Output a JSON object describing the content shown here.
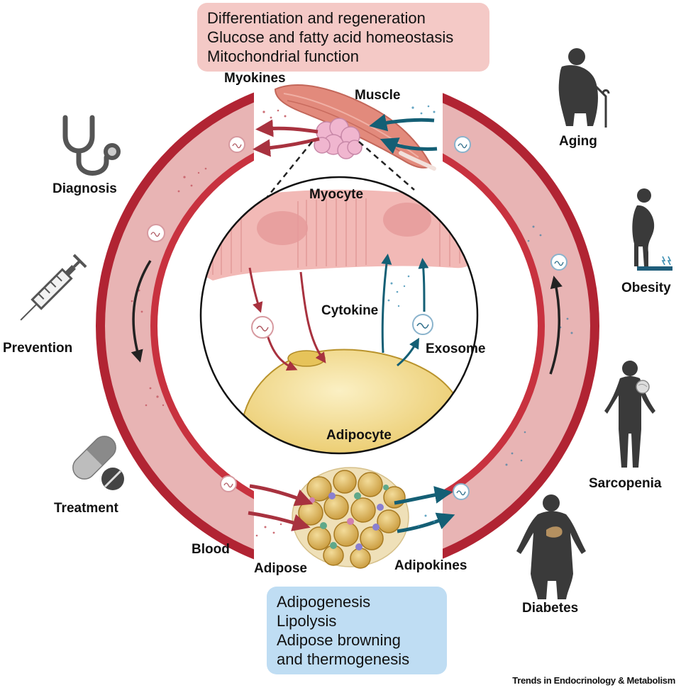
{
  "top_box": {
    "lines": [
      "Differentiation and regeneration",
      "Glucose and fatty acid homeostasis",
      "Mitochondrial function"
    ]
  },
  "bottom_box": {
    "lines": [
      "Adipogenesis",
      "Lipolysis",
      "Adipose browning",
      "and thermogenesis"
    ]
  },
  "labels": {
    "myokines": "Myokines",
    "muscle": "Muscle",
    "myocyte": "Myocyte",
    "cytokine": "Cytokine",
    "exosome": "Exosome",
    "adipocyte": "Adipocyte",
    "blood": "Blood",
    "adipose": "Adipose",
    "adipokines": "Adipokines"
  },
  "left_items": {
    "diagnosis": "Diagnosis",
    "prevention": "Prevention",
    "treatment": "Treatment"
  },
  "right_items": {
    "aging": "Aging",
    "obesity": "Obesity",
    "sarcopenia": "Sarcopenia",
    "diabetes": "Diabetes"
  },
  "colors": {
    "vessel_dark": "#a41d2b",
    "vessel_fill": "#e8b4b4",
    "arrow_red": "#a8323f",
    "arrow_teal": "#145f75",
    "muscle": "#e28a7c",
    "fat": "#f3d680",
    "silhouette": "#3a3a3a"
  },
  "credit": "Trends in Endocrinology & Metabolism"
}
